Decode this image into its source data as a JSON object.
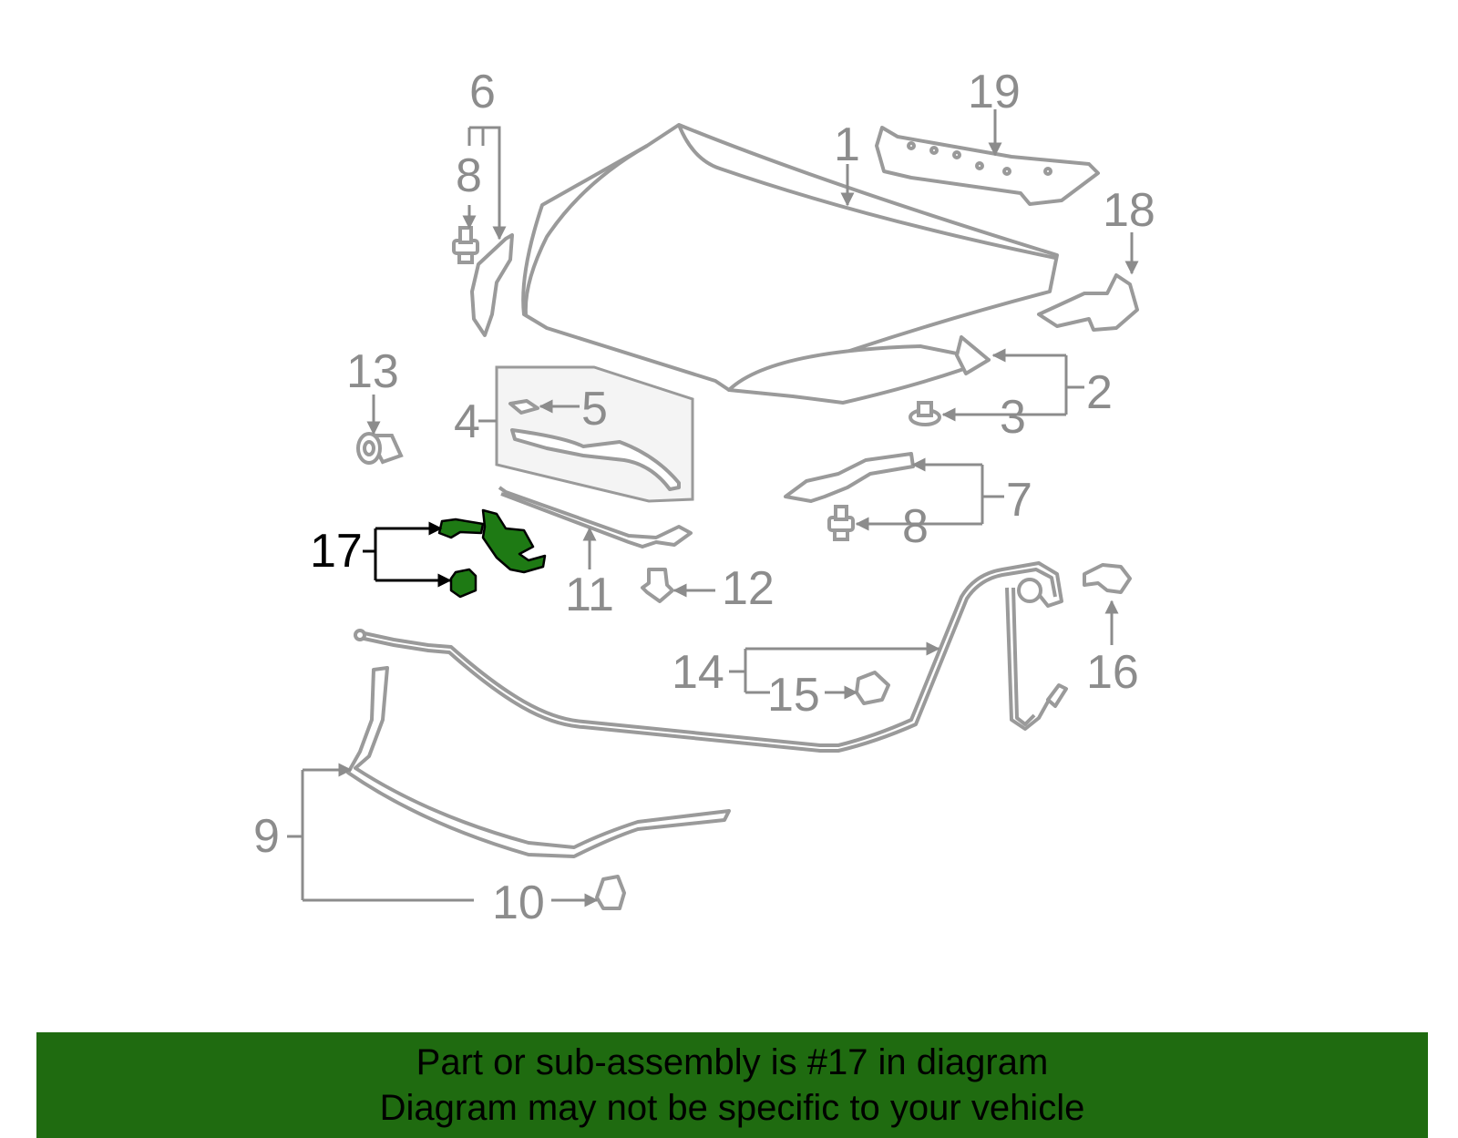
{
  "diagram": {
    "highlight_color": "#1e7a14",
    "line_color": "#9a9a9a",
    "labels": {
      "l1": "1",
      "l2": "2",
      "l3": "3",
      "l4": "4",
      "l5": "5",
      "l6": "6",
      "l7": "7",
      "l8a": "8",
      "l8b": "8",
      "l9": "9",
      "l10": "10",
      "l11": "11",
      "l12": "12",
      "l13": "13",
      "l14": "14",
      "l15": "15",
      "l16": "16",
      "l17": "17",
      "l18": "18",
      "l19": "19"
    }
  },
  "banner": {
    "background": "#1f6b10",
    "line1": "Part or sub-assembly is #17 in diagram",
    "line2": "Diagram may not be specific to your vehicle"
  }
}
